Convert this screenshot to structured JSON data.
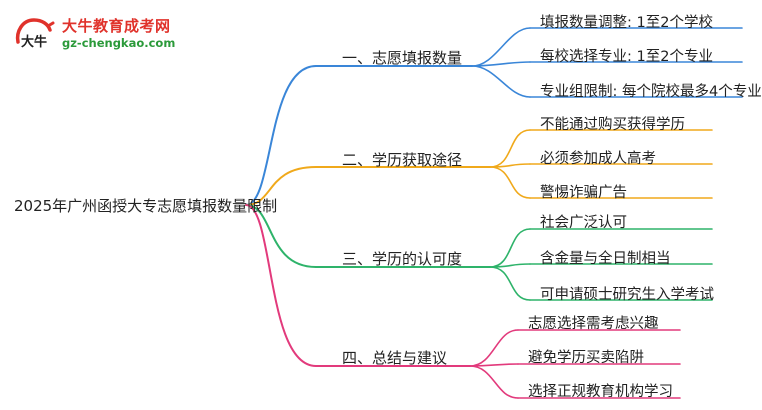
{
  "logo": {
    "brand": "大牛教育成考网",
    "url": "gz-chengkao.com",
    "mark_text": "大牛"
  },
  "mindmap": {
    "root": "2025年广州函授大专志愿填报数量限制",
    "branches": [
      {
        "label": "一、志愿填报数量",
        "color": "#3a86d8",
        "leaves": [
          "填报数量调整: 1至2个学校",
          "每校选择专业: 1至2个专业",
          "专业组限制: 每个院校最多4个专业"
        ]
      },
      {
        "label": "二、学历获取途径",
        "color": "#f0a91b",
        "leaves": [
          "不能通过购买获得学历",
          "必须参加成人高考",
          "警惕诈骗广告"
        ]
      },
      {
        "label": "三、学历的认可度",
        "color": "#2eb36a",
        "leaves": [
          "社会广泛认可",
          "含金量与全日制相当",
          "可申请硕士研究生入学考试"
        ]
      },
      {
        "label": "四、总结与建议",
        "color": "#e23a7c",
        "leaves": [
          "志愿选择需考虑兴趣",
          "避免学历买卖陷阱",
          "选择正规教育机构学习"
        ]
      }
    ]
  }
}
